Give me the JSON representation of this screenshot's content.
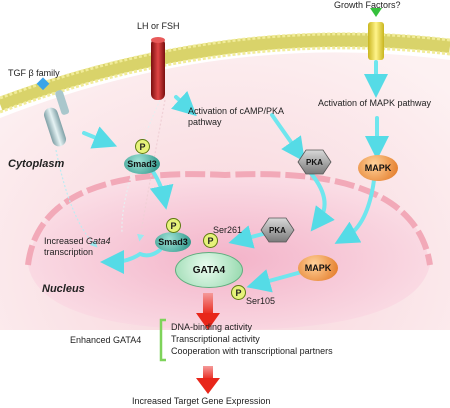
{
  "labels": {
    "growth_factors": "Growth Factors?",
    "lh_fsh": "LH or FSH",
    "tgf": "TGF β family",
    "camp_pka_line1": "Activation of cAMP/PKA",
    "camp_pka_line2": "pathway",
    "mapk_pathway": "Activation of MAPK pathway",
    "cytoplasm": "Cytoplasm",
    "nucleus": "Nucleus",
    "increased_line1a": "Increased ",
    "increased_gene": "Gata4",
    "increased_line2": "transcription",
    "ser261": "Ser261",
    "ser105": "Ser105",
    "enhanced": "Enhanced GATA4",
    "dna_binding": "DNA-binding activity",
    "transcriptional": "Transcriptional activity",
    "cooperation": "Cooperation with transcriptional partners",
    "target": "Increased Target Gene Expression"
  },
  "nodes": {
    "smad3": "Smad3",
    "pka": "PKA",
    "mapk": "MAPK",
    "gata4": "GATA4",
    "p": "P"
  },
  "colors": {
    "membrane": "#e8e27a",
    "cytoplasm_bg": "#fbe9ea",
    "nucleus_bg": "#f6c6d6",
    "arrow": "#6fe6ee",
    "red_arrow": "#e8261a",
    "receptor_red": "#b81f1f",
    "smad3": "#2fa59a",
    "mapk": "#f08a2c",
    "gata4": "#bfeecf",
    "p_circle": "#e6f27a"
  }
}
